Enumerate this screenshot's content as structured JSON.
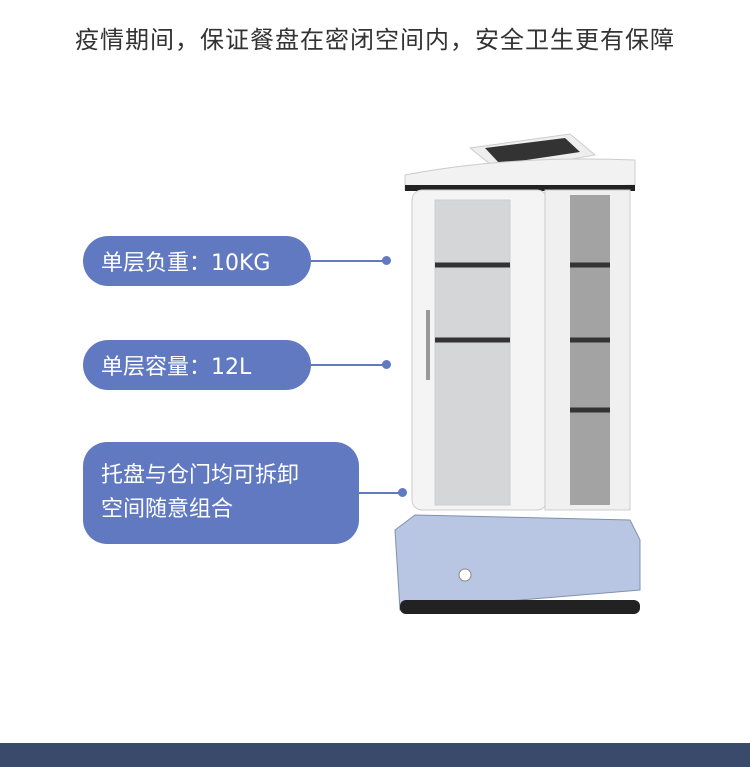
{
  "headline": "疫情期间，保证餐盘在密闭空间内，安全卫生更有保障",
  "features": [
    {
      "label": "单层负重：10KG"
    },
    {
      "label": "单层容量：12L"
    },
    {
      "lines": [
        "托盘与仓门均可拆卸",
        "空间随意组合"
      ]
    }
  ],
  "colors": {
    "accent": "#6179c0",
    "band": "#3a4a6a"
  }
}
